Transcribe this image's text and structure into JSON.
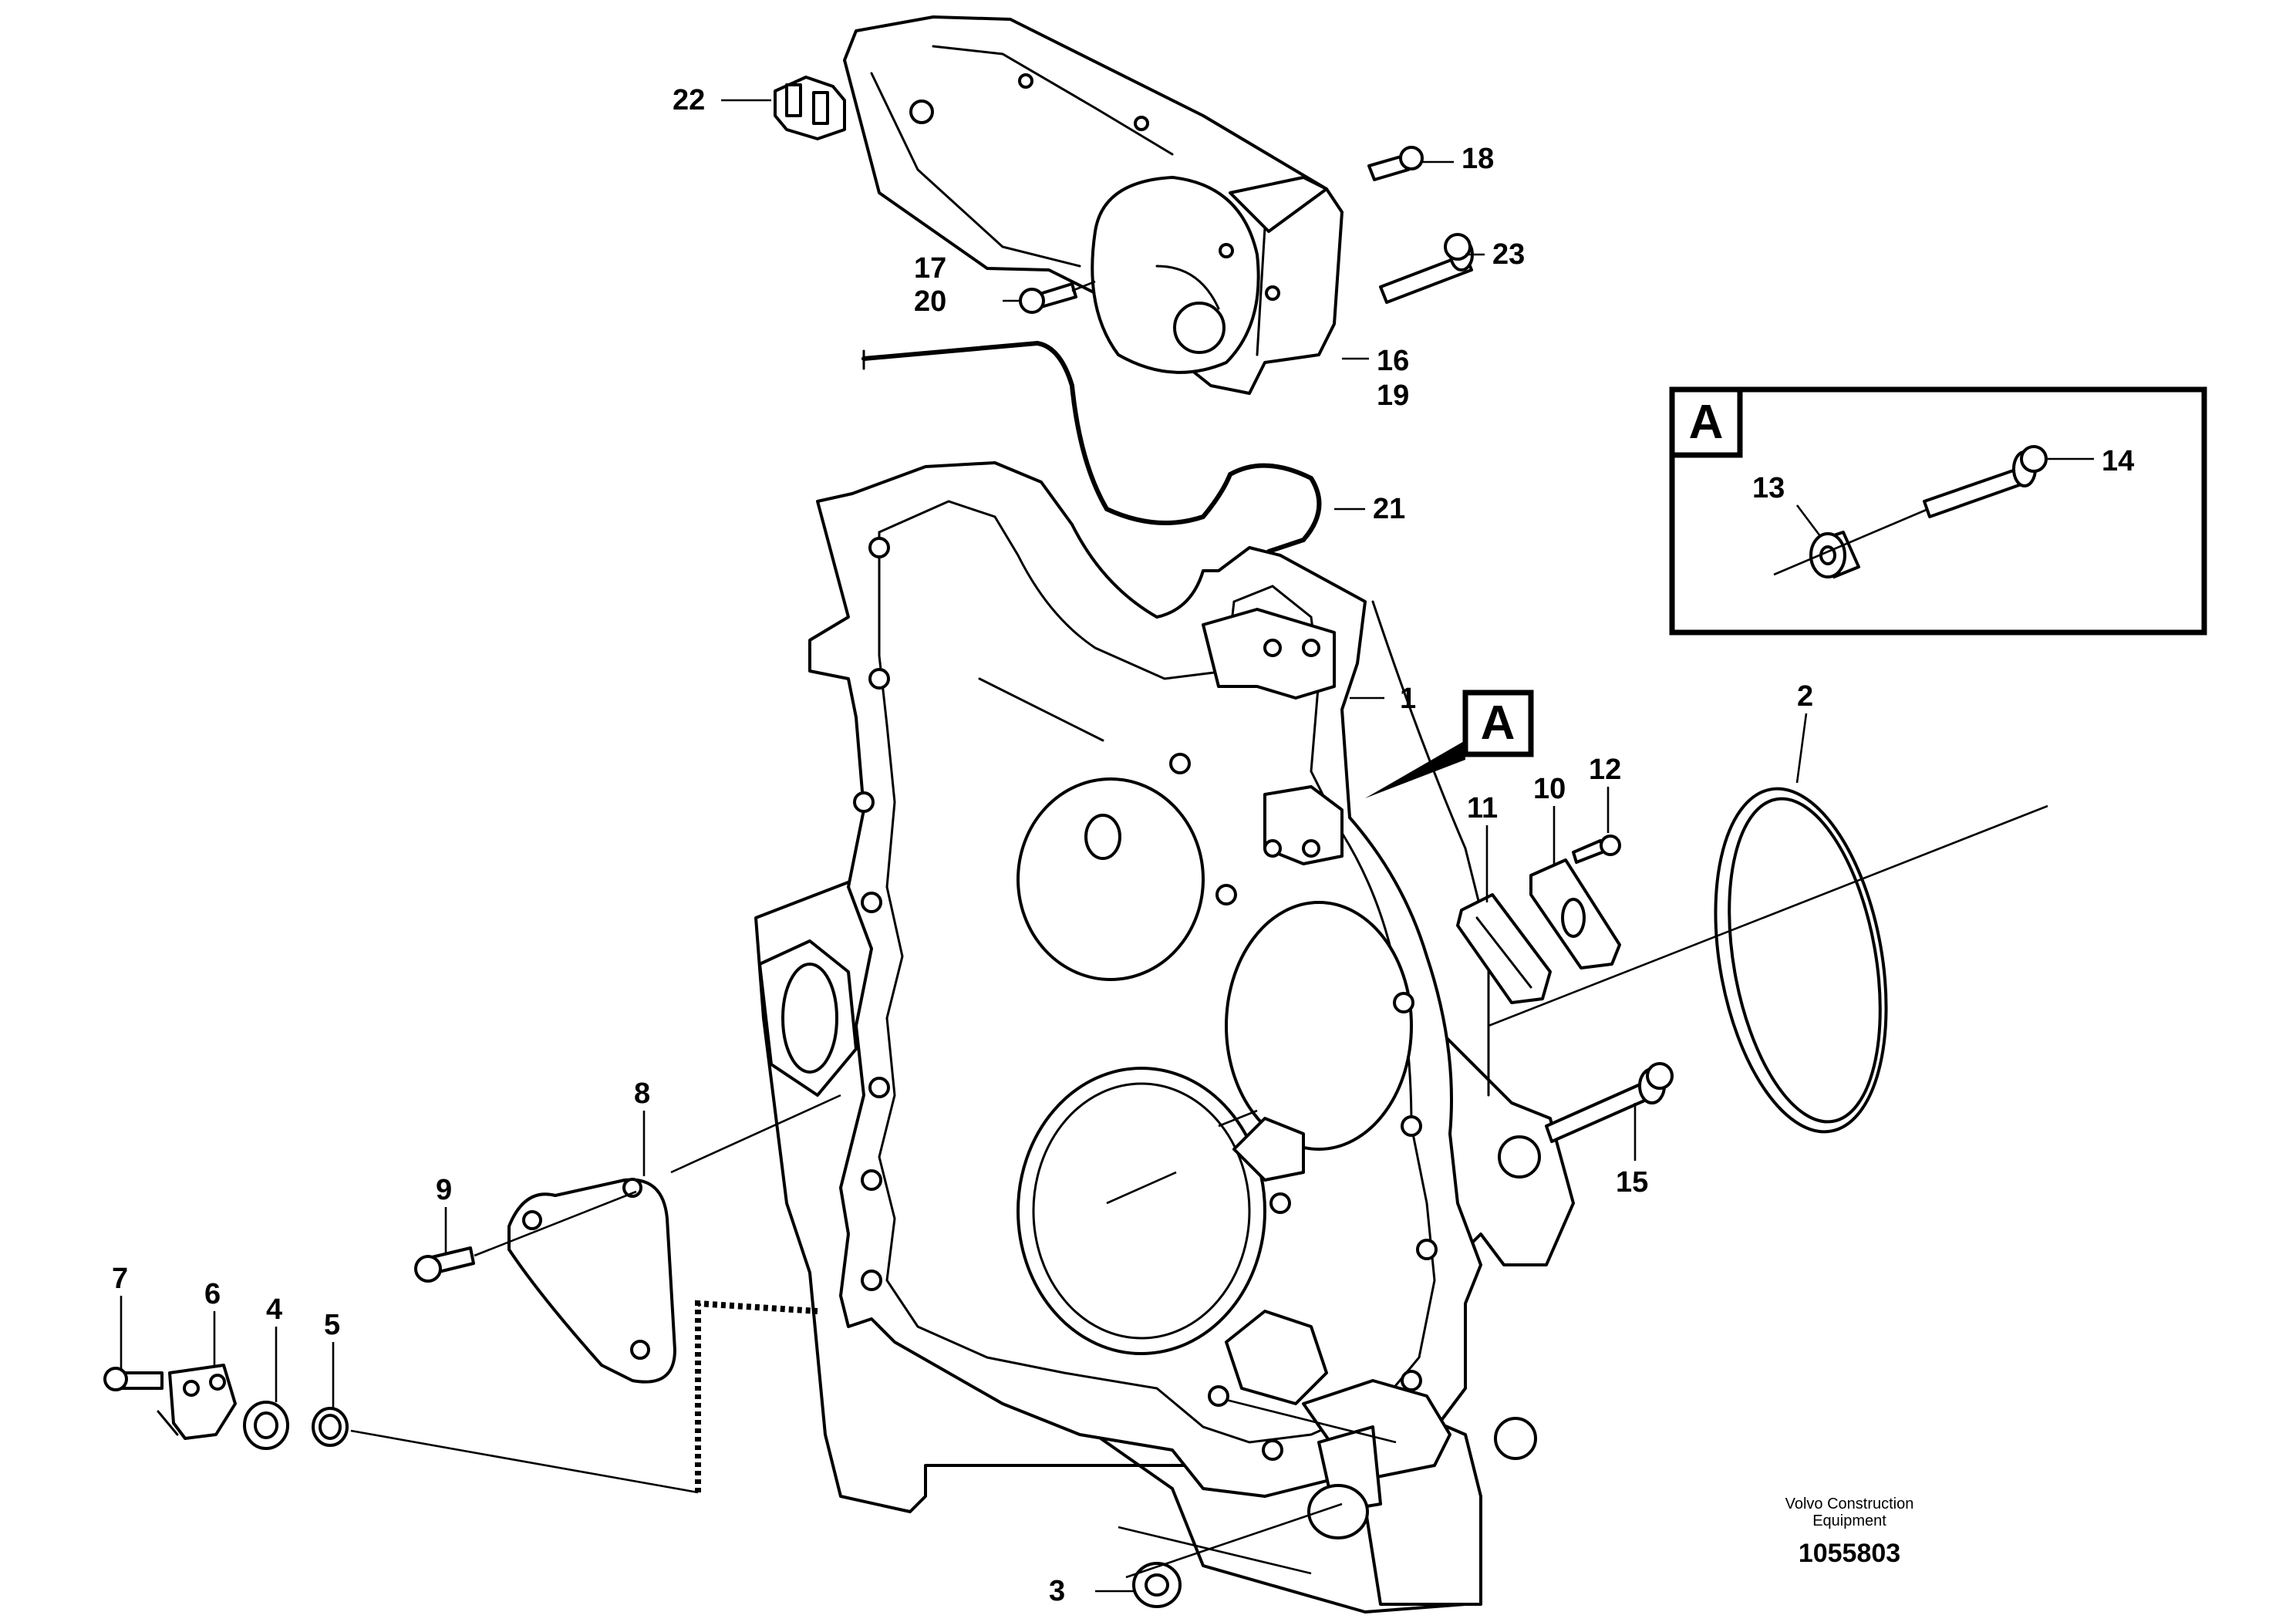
{
  "callouts": {
    "c1": "1",
    "c2": "2",
    "c3": "3",
    "c4": "4",
    "c5": "5",
    "c6": "6",
    "c7": "7",
    "c8": "8",
    "c9": "9",
    "c10": "10",
    "c11": "11",
    "c12": "12",
    "c13": "13",
    "c14": "14",
    "c15": "15",
    "c16": "16",
    "c17": "17",
    "c18": "18",
    "c19": "19",
    "c20": "20",
    "c21": "21",
    "c22": "22",
    "c23": "23"
  },
  "detail_marker": "A",
  "inset_label": "A",
  "credit": {
    "line1": "Volvo Construction",
    "line2": "Equipment"
  },
  "drawing_number": "1055803"
}
